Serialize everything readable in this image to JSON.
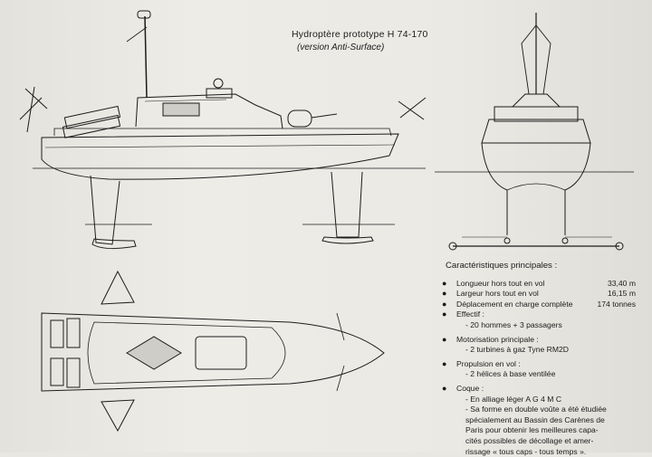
{
  "title": "Hydroptère prototype H 74-170",
  "subtitle": "(version Anti-Surface)",
  "specs": {
    "heading": "Caractéristiques principales :",
    "bullet": "●",
    "items": [
      {
        "label": "Longueur hors tout en vol",
        "value": "33,40 m"
      },
      {
        "label": "Largeur hors tout en vol",
        "value": "16,15 m"
      },
      {
        "label": "Déplacement en charge complète",
        "value": "174 tonnes"
      },
      {
        "label": "Effectif :",
        "lines": [
          "- 20 hommes + 3 passagers"
        ]
      },
      {
        "label": "Motorisation principale :",
        "lines": [
          "- 2 turbines à gaz Tyne RM2D"
        ]
      },
      {
        "label": "Propulsion en vol :",
        "lines": [
          "- 2 hélices à base ventilée"
        ]
      },
      {
        "label": "Coque :",
        "lines": [
          "- En alliage léger A G 4 M C",
          "- Sa forme en double voûte a été étudiée",
          "spécialement au Bassin des Carènes de",
          "Paris pour obtenir les meilleures capa-",
          "cités possibles de décollage et amer-",
          "rissage « tous caps - tous temps »."
        ]
      }
    ]
  }
}
